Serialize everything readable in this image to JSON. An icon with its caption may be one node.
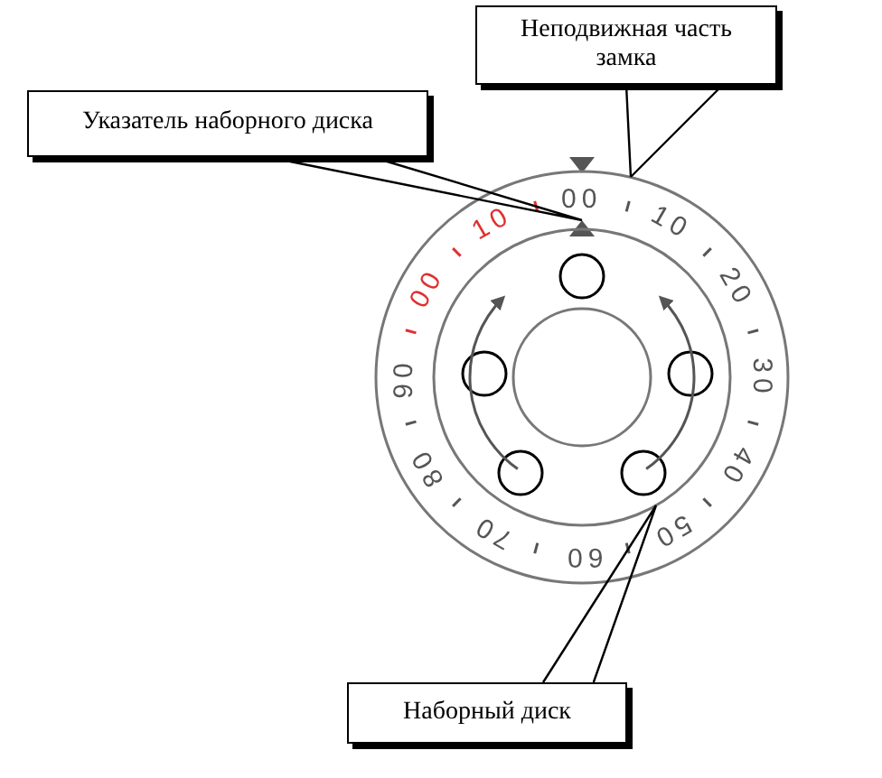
{
  "diagram": {
    "nodes": [
      {
        "text": [
          "Указатель наборного диска"
        ]
      },
      {
        "text": [
          "Неподвижная часть замка"
        ]
      },
      {
        "text": [
          "Наборный диск"
        ]
      },
      {
        "text": [],
        "shape": "circle"
      },
      {
        "text": [],
        "shape": "triangle",
        "in": 3
      },
      {
        "text": [],
        "shape": "circle",
        "in": 3
      }
    ],
    "edges": [
      {
        "from": 0,
        "to": 4,
        "arrow": "none"
      },
      {
        "from": 1,
        "to": 3,
        "arrow": "none"
      },
      {
        "from": 2,
        "to": 5,
        "arrow": "none"
      }
    ],
    "labels": [
      "00",
      "10",
      "20",
      "30",
      "40",
      "50",
      "60",
      "70",
      "80",
      "90",
      "00",
      "10"
    ]
  }
}
